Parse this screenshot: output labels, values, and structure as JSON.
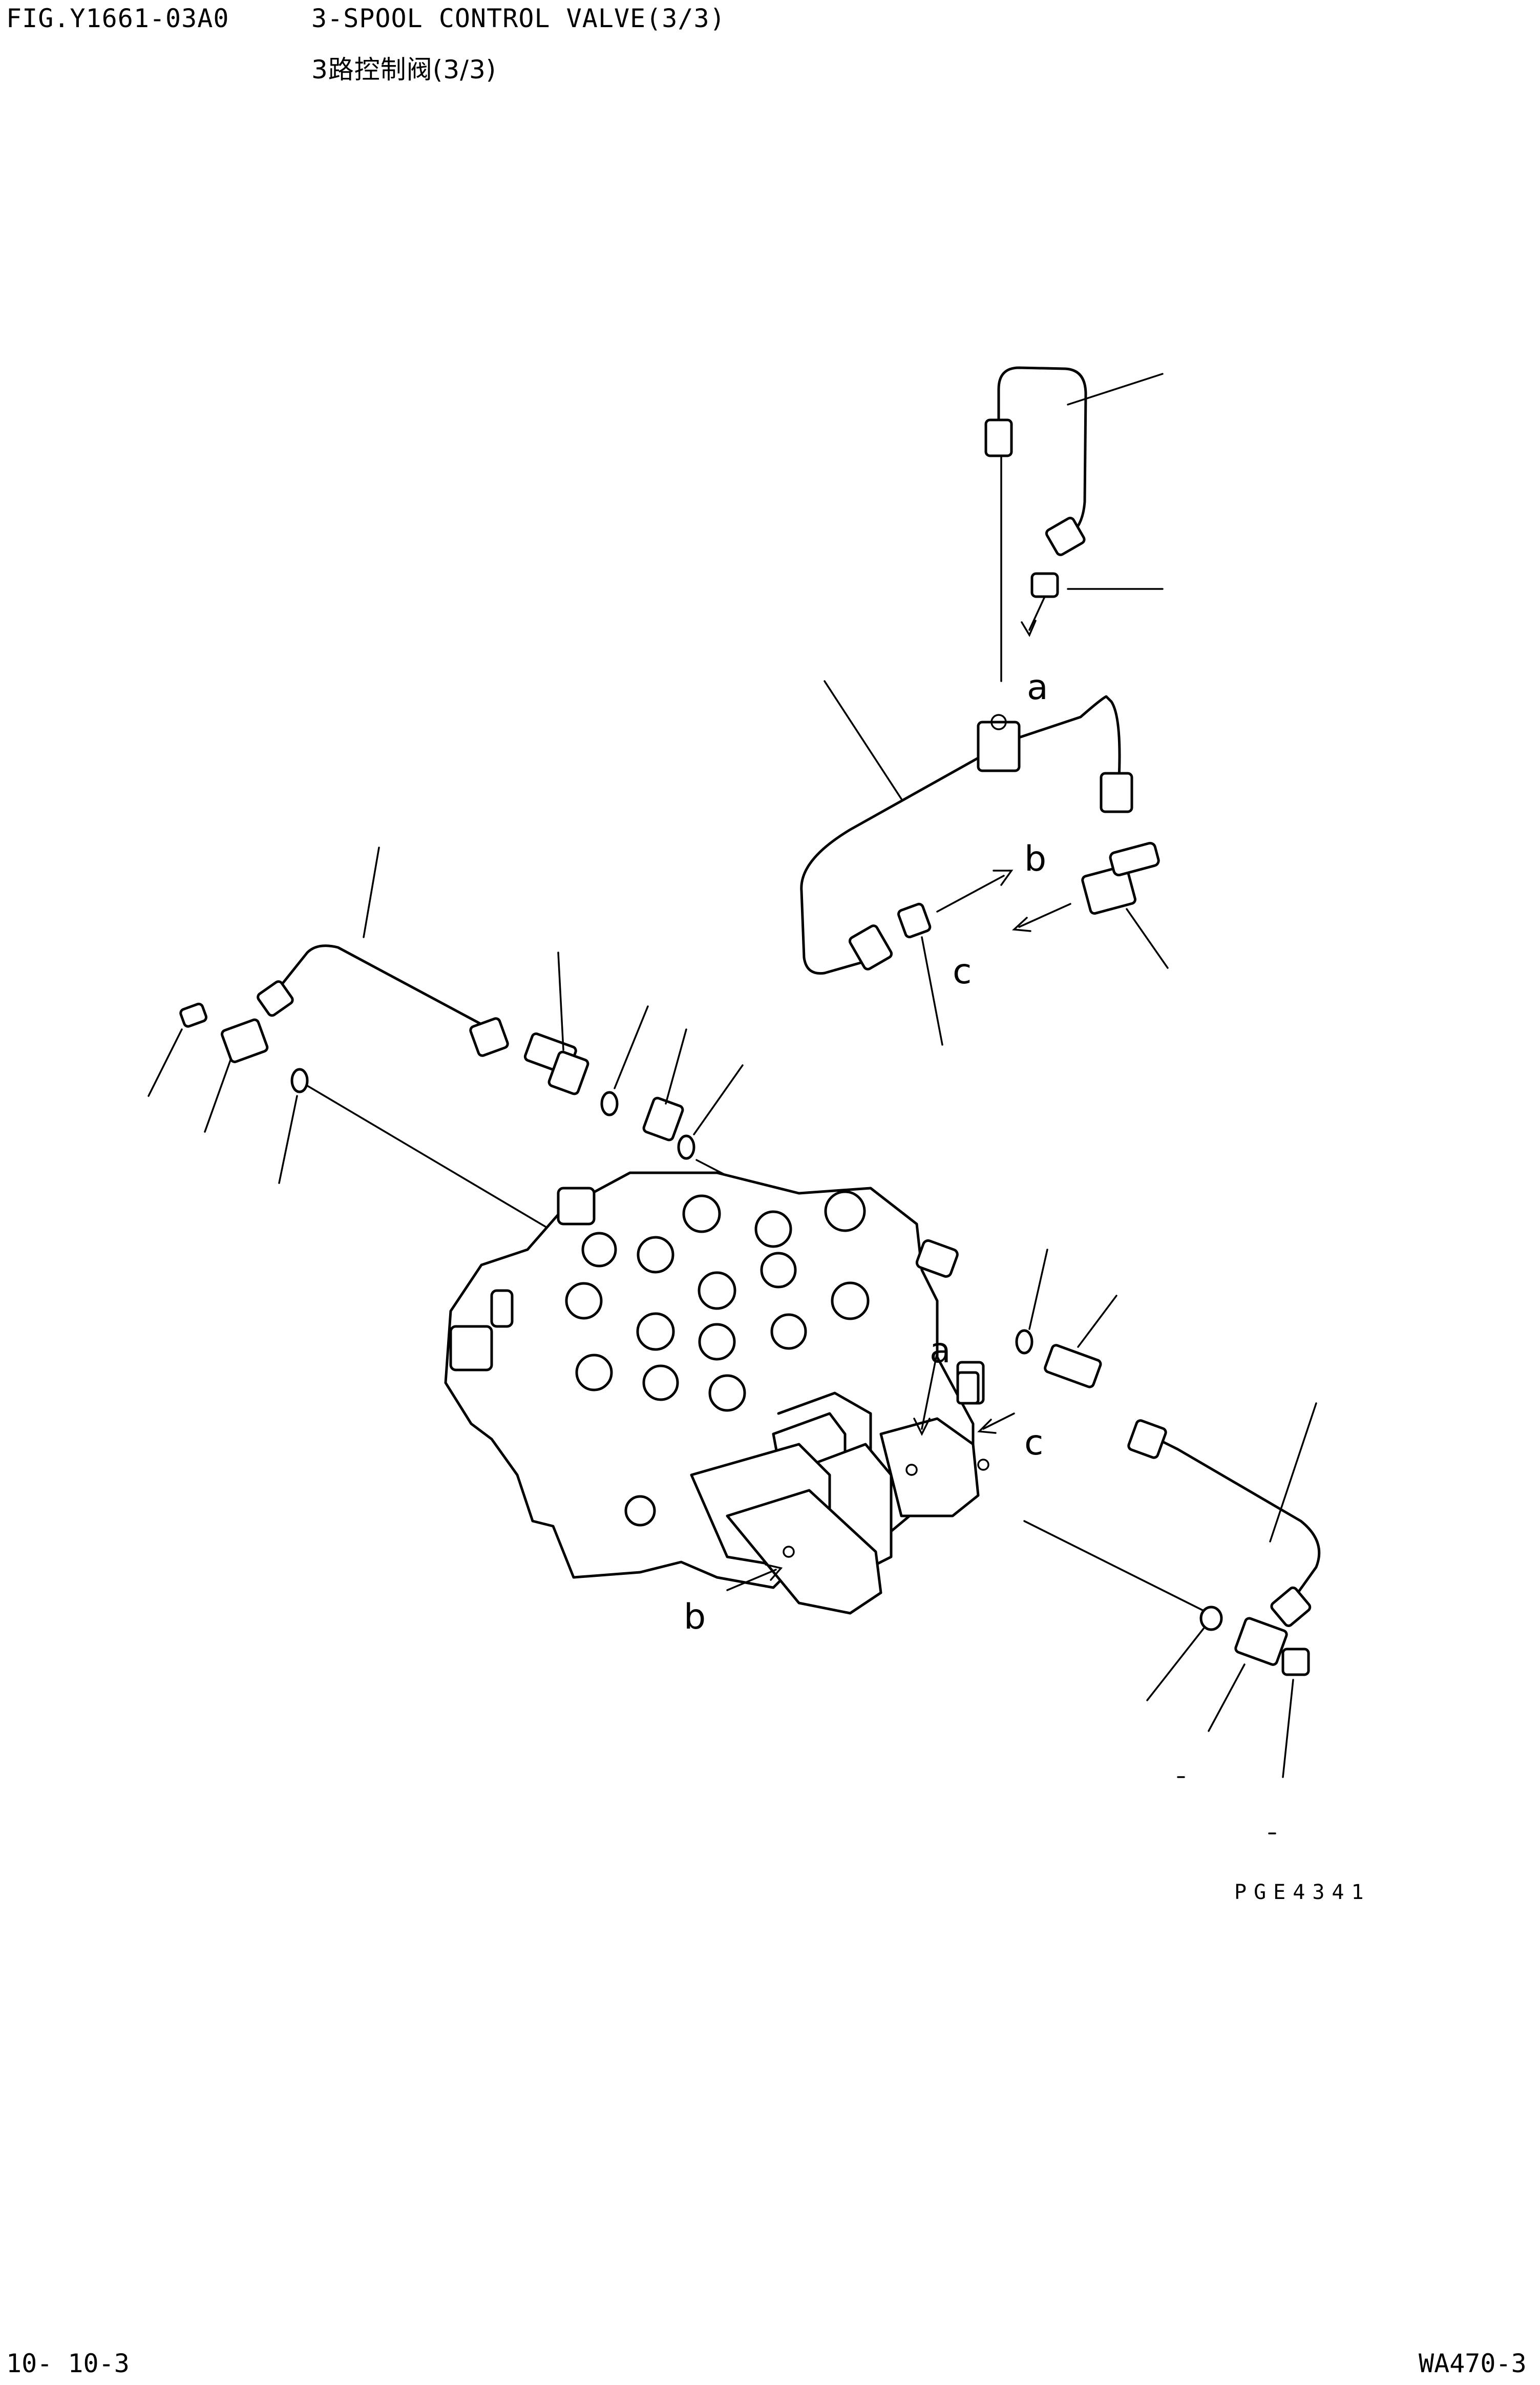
{
  "header": {
    "fig_id": "FIG.Y1661-03A0",
    "title_en": "3-SPOOL CONTROL VALVE(3/3)",
    "title_cn": "3路控制阀(3/3)"
  },
  "diagram": {
    "callouts": [
      "a",
      "b",
      "c",
      "a",
      "c",
      "b"
    ],
    "drawing_code": "PGE4341"
  },
  "footer": {
    "page_no": "10- 10-3",
    "model": "WA470-3"
  }
}
